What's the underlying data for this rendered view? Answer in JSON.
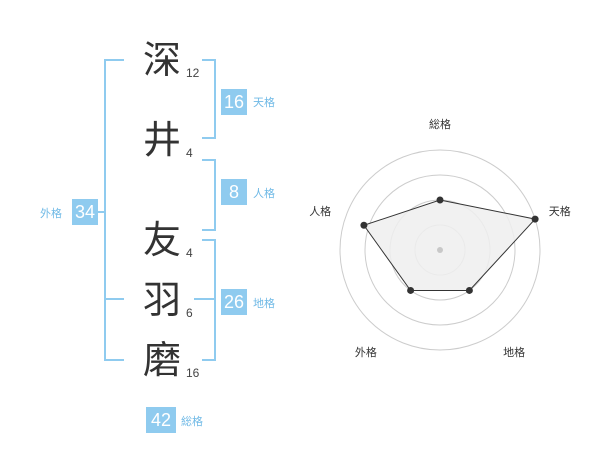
{
  "name_chars": [
    {
      "char": "深",
      "strokes": "12"
    },
    {
      "char": "井",
      "strokes": "4"
    },
    {
      "char": "友",
      "strokes": "4"
    },
    {
      "char": "羽",
      "strokes": "6"
    },
    {
      "char": "磨",
      "strokes": "16"
    }
  ],
  "kaku": {
    "tenkaku": {
      "value": "16",
      "label": "天格"
    },
    "jinkaku": {
      "value": "8",
      "label": "人格"
    },
    "chikaku": {
      "value": "26",
      "label": "地格"
    },
    "gaikaku": {
      "value": "34",
      "label": "外格"
    },
    "soukaku": {
      "value": "42",
      "label": "総格"
    }
  },
  "chart_data": {
    "type": "radar",
    "axes": [
      "総格",
      "天格",
      "地格",
      "外格",
      "人格"
    ],
    "values": [
      0.5,
      1.0,
      0.5,
      0.5,
      0.8
    ],
    "max": 1.0,
    "rings": 4,
    "colors": {
      "fill": "#eeeeee",
      "line": "#333333",
      "ring": "#cccccc",
      "point": "#333333"
    }
  }
}
